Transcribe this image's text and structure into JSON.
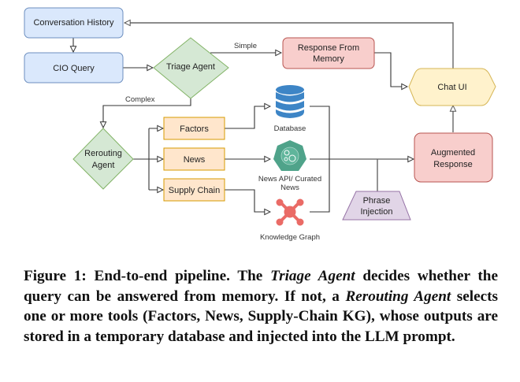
{
  "diagram": {
    "nodes": {
      "conversation_history": {
        "label": "Conversation History",
        "shape": "rounded-rect",
        "fill": "#dae8fc",
        "stroke": "#6c8ebf"
      },
      "cio_query": {
        "label": "CIO Query",
        "shape": "rounded-rect",
        "fill": "#dae8fc",
        "stroke": "#6c8ebf"
      },
      "triage_agent": {
        "label": "Triage Agent",
        "shape": "diamond",
        "fill": "#d5e8d4",
        "stroke": "#82b366"
      },
      "response_from_memory": {
        "lines": [
          "Response From",
          "Memory"
        ],
        "shape": "rounded-rect",
        "fill": "#f8cecc",
        "stroke": "#b85450"
      },
      "chat_ui": {
        "label": "Chat UI",
        "shape": "hexagon",
        "fill": "#fff2cc",
        "stroke": "#d6b656"
      },
      "rerouting_agent": {
        "lines": [
          "Rerouting",
          "Agent"
        ],
        "shape": "diamond",
        "fill": "#d5e8d4",
        "stroke": "#82b366"
      },
      "factors": {
        "label": "Factors",
        "shape": "rect",
        "fill": "#ffe6cc",
        "stroke": "#d79b00"
      },
      "news": {
        "label": "News",
        "shape": "rect",
        "fill": "#ffe6cc",
        "stroke": "#d79b00"
      },
      "supply_chain": {
        "label": "Supply Chain",
        "shape": "rect",
        "fill": "#ffe6cc",
        "stroke": "#d79b00"
      },
      "database": {
        "label": "Database",
        "icon": "database-icon",
        "color": "#3d85c6"
      },
      "news_api": {
        "lines": [
          "News API/ Curated",
          "News"
        ],
        "icon": "gears-heptagon-icon",
        "color": "#4fa38a"
      },
      "knowledge_graph": {
        "label": "Knowledge Graph",
        "icon": "graph-network-icon",
        "color": "#ea6b66"
      },
      "augmented_response": {
        "lines": [
          "Augmented",
          "Response"
        ],
        "shape": "rounded-rect",
        "fill": "#f8cecc",
        "stroke": "#b85450"
      },
      "phrase_injection": {
        "lines": [
          "Phrase",
          "Injection"
        ],
        "shape": "trapezoid",
        "fill": "#e1d5e7",
        "stroke": "#9673a6"
      }
    },
    "edge_labels": {
      "simple": "Simple",
      "complex": "Complex"
    },
    "edges": [
      {
        "from": "conversation_history",
        "to": "cio_query"
      },
      {
        "from": "cio_query",
        "to": "triage_agent"
      },
      {
        "from": "triage_agent",
        "to": "response_from_memory",
        "label": "Simple"
      },
      {
        "from": "triage_agent",
        "to": "rerouting_agent",
        "label": "Complex"
      },
      {
        "from": "response_from_memory",
        "to": "chat_ui"
      },
      {
        "from": "chat_ui",
        "to": "conversation_history"
      },
      {
        "from": "rerouting_agent",
        "to": "factors"
      },
      {
        "from": "rerouting_agent",
        "to": "news"
      },
      {
        "from": "rerouting_agent",
        "to": "supply_chain"
      },
      {
        "from": "factors",
        "to": "database"
      },
      {
        "from": "news",
        "to": "news_api"
      },
      {
        "from": "supply_chain",
        "to": "knowledge_graph"
      },
      {
        "from": "database",
        "to": "augmented_response"
      },
      {
        "from": "news_api",
        "to": "augmented_response"
      },
      {
        "from": "knowledge_graph",
        "to": "augmented_response"
      },
      {
        "from": "phrase_injection",
        "to": "augmented_response"
      },
      {
        "from": "augmented_response",
        "to": "chat_ui"
      }
    ]
  },
  "caption": {
    "prefix": "Figure 1: End-to-end pipeline. The ",
    "em1": "Triage Agent",
    "mid1": " decides whether the query can be answered from memory. If not, a ",
    "em2": "Rerouting Agent",
    "suffix": " selects one or more tools (Factors, News, Supply-Chain KG), whose outputs are stored in a temporary database and injected into the LLM prompt."
  }
}
